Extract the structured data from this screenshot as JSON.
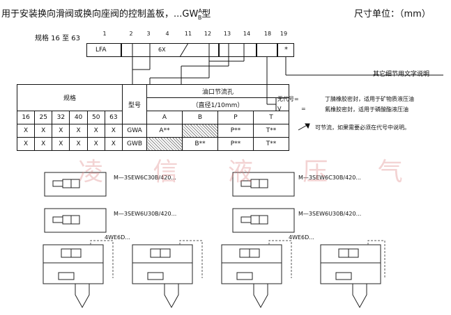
{
  "header": {
    "title": "用于安装换向滑阀或换向座阀的控制盖板，...GW",
    "title_sup": "A",
    "title_sub": "B",
    "title_suffix": "型",
    "unit": "尺寸单位：（mm）"
  },
  "code": {
    "label": "规格 16 至 63",
    "positions": [
      "1",
      "2",
      "3",
      "4",
      "11",
      "12",
      "13",
      "14",
      "18",
      "19"
    ],
    "lfa": "LFA",
    "sixb": "6X",
    "star": "*"
  },
  "notes": {
    "other_details": "其它细节用文字说明",
    "seal_none_key": "无代号=",
    "seal_none_val": "丁腈橡胶密封，适用于矿物质液压油",
    "seal_v_key": "V",
    "seal_v_eq": "=",
    "seal_v_val": "氟橡胶密封，适用于磷酸酯液压油",
    "throttle_note": "可节流，如果需要必须在代号中说明。"
  },
  "table": {
    "spec_header": "规格",
    "model_header": "型号",
    "orifice_header": "油口节流孔",
    "orifice_sub": "（直径1/10mm）",
    "sizes": [
      "16",
      "25",
      "32",
      "40",
      "50",
      "63"
    ],
    "ports": [
      "A",
      "B",
      "P",
      "T"
    ],
    "rows": [
      {
        "cells": [
          "X",
          "X",
          "X",
          "X",
          "X",
          "X"
        ],
        "model": "GWA",
        "ports": [
          "A**",
          "",
          "P**",
          "T**"
        ]
      },
      {
        "cells": [
          "X",
          "X",
          "X",
          "X",
          "X",
          "X"
        ],
        "model": "GWB",
        "ports": [
          "",
          "B**",
          "P**",
          "T**"
        ]
      }
    ]
  },
  "schematics": {
    "m1": "M—3SEW6C30B/420...",
    "m2": "M—3SEW6C30B/420...",
    "m3": "M—3SEW6U30B/420...",
    "m4": "M—3SEW6U30B/420...",
    "we1": "4WE6D...",
    "we2": "4WE6D..."
  },
  "watermark": "凌 信 液 压 气 动"
}
